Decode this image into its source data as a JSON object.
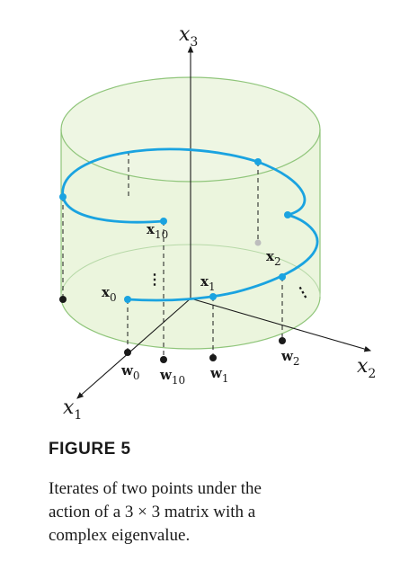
{
  "figure": {
    "axes": {
      "x1": "x",
      "x1_sub": "1",
      "x2": "x",
      "x2_sub": "2",
      "x3": "x",
      "x3_sub": "3"
    },
    "points": {
      "x0": {
        "base": "x",
        "sub": "0"
      },
      "x1": {
        "base": "x",
        "sub": "1"
      },
      "x2": {
        "base": "x",
        "sub": "2"
      },
      "x10": {
        "base": "x",
        "sub": "10"
      },
      "w0": {
        "base": "w",
        "sub": "0"
      },
      "w1": {
        "base": "w",
        "sub": "1"
      },
      "w2": {
        "base": "w",
        "sub": "2"
      },
      "w10": {
        "base": "w",
        "sub": "10"
      }
    },
    "ellipsis": "⋮",
    "colors": {
      "cylinder_fill": "#e4f1d2",
      "cylinder_stroke": "#8fc57a",
      "spiral": "#1aa3e0",
      "axis": "#1a1a1a"
    }
  },
  "caption": {
    "title": "FIGURE 5",
    "lines": [
      "Iterates of two points under the",
      "action of a 3 × 3 matrix with a",
      "complex eigenvalue."
    ]
  }
}
